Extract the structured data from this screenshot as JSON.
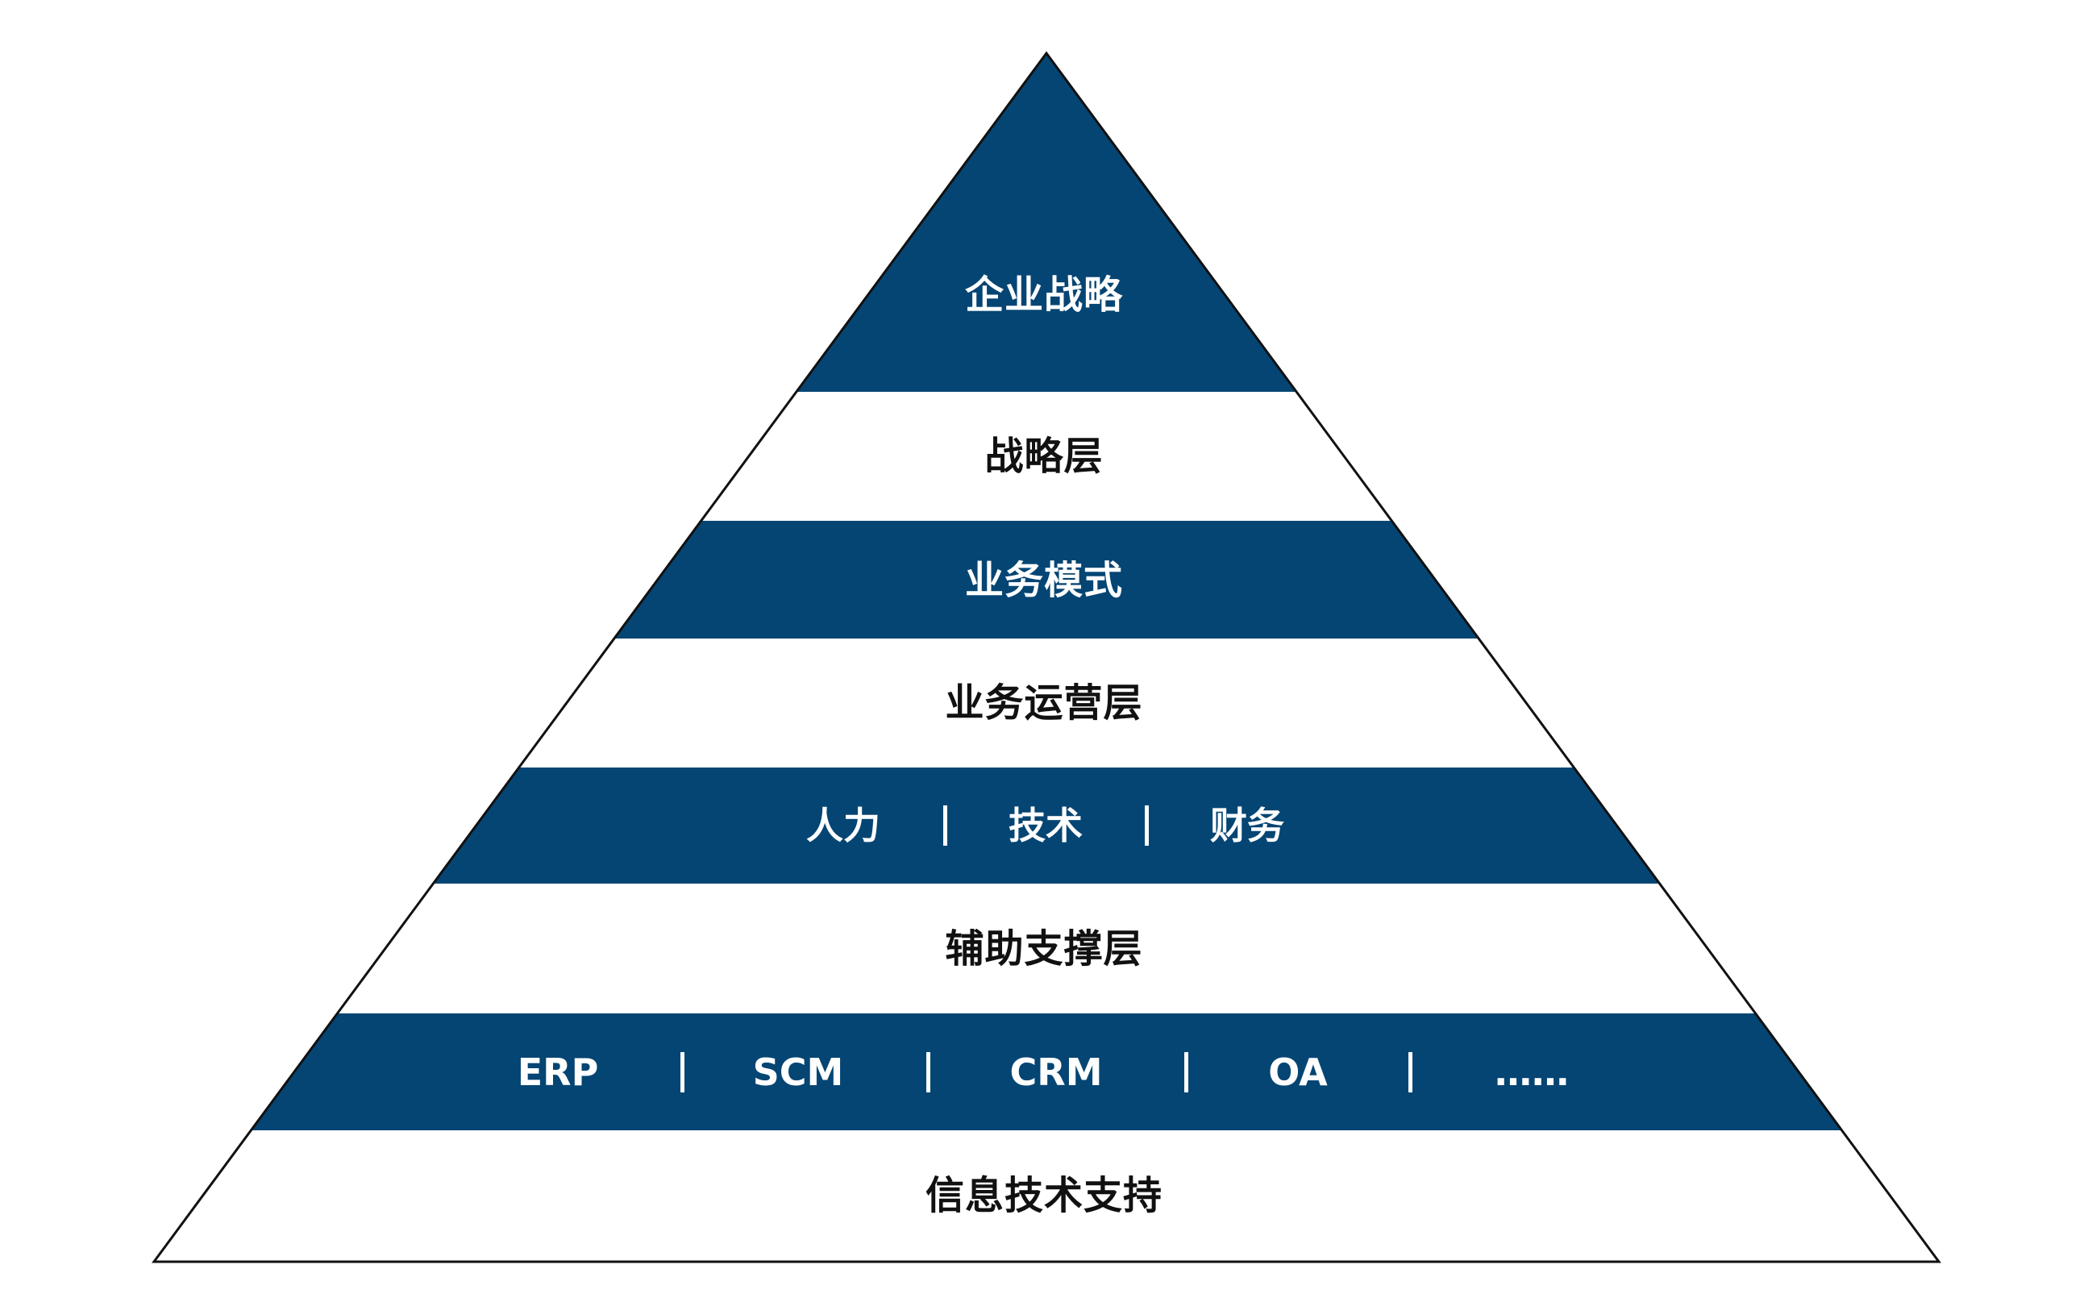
{
  "colors": {
    "band_dark": "#054573",
    "band_light": "#ffffff",
    "outline": "#111111",
    "text_on_dark": "#ffffff",
    "text_on_light": "#111111"
  },
  "pyramid": {
    "top_label": "企业战略",
    "strategy_layer": "战略层",
    "business_model": "业务模式",
    "operations_layer": "业务运营层",
    "support_items": [
      "人力",
      "技术",
      "财务"
    ],
    "support_layer": "辅助支撑层",
    "it_systems": [
      "ERP",
      "SCM",
      "CRM",
      "OA",
      "……"
    ],
    "it_layer": "信息技术支持"
  }
}
